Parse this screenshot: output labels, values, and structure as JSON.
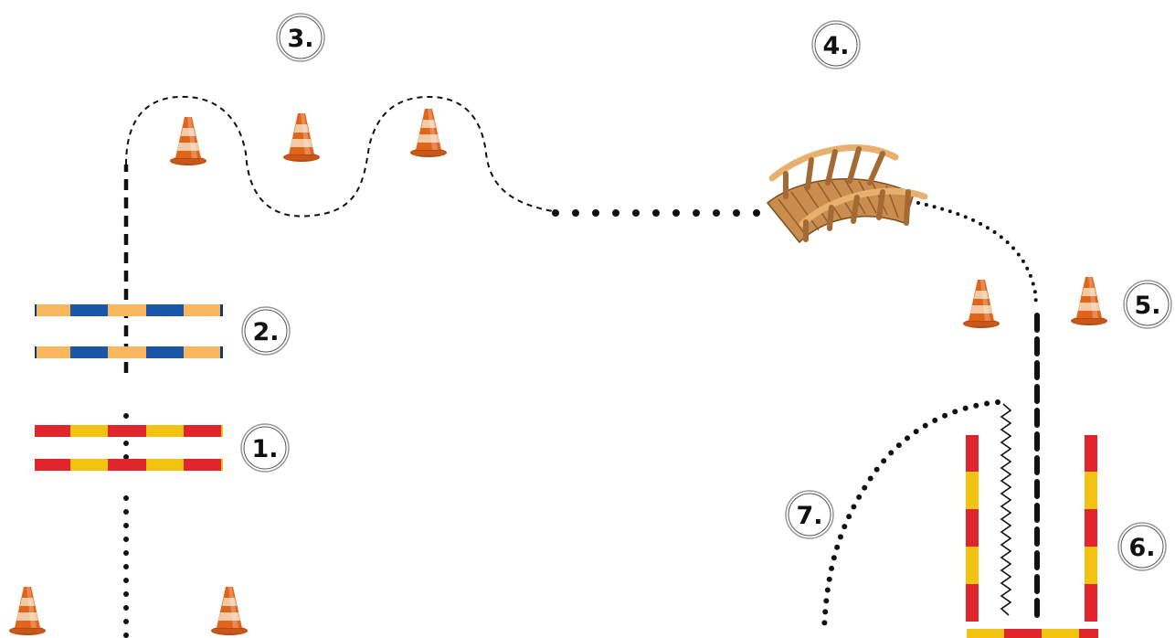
{
  "stations": [
    {
      "id": "1",
      "label": "1."
    },
    {
      "id": "2",
      "label": "2."
    },
    {
      "id": "3",
      "label": "3."
    },
    {
      "id": "4",
      "label": "4."
    },
    {
      "id": "5",
      "label": "5."
    },
    {
      "id": "6",
      "label": "6."
    },
    {
      "id": "7",
      "label": "7."
    }
  ],
  "icons": [
    "traffic-cone-icon",
    "wooden-bridge-icon",
    "jump-pole-icon"
  ],
  "colors": {
    "path": "#111111",
    "cone_orange": "#e0641a",
    "cone_stripe": "#f6c9a5",
    "pole_red": "#e0252c",
    "pole_yellow": "#f2c311",
    "pole_blue": "#1a56a8",
    "pole_light_orange": "#f9b75d",
    "bridge_wood": "#c98d4e"
  }
}
